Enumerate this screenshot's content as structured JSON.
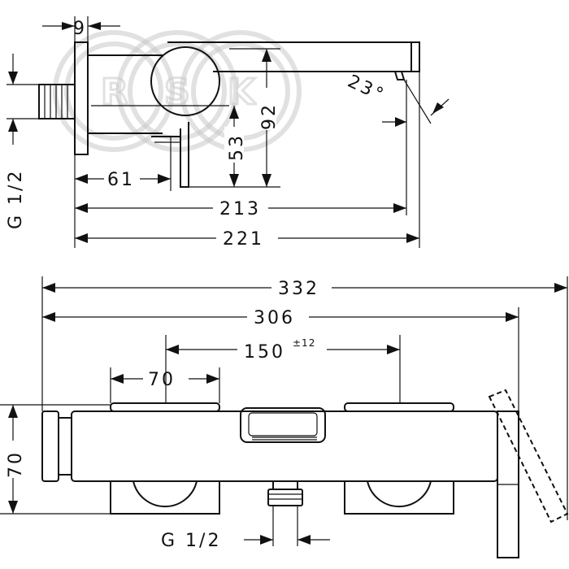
{
  "watermark": {
    "letters": [
      "R",
      "S",
      "K"
    ]
  },
  "side_view": {
    "dims": {
      "d9": "9",
      "d23": "23°",
      "d92": "92",
      "d53": "53",
      "d61": "61",
      "d213": "213",
      "d221": "221",
      "thread": "G 1/2"
    }
  },
  "front_view": {
    "dims": {
      "d332": "332",
      "d306": "306",
      "d150": "150",
      "d150_tol": "±12",
      "d70_top": "70",
      "d70_left": "70",
      "thread": "G 1/2"
    }
  }
}
